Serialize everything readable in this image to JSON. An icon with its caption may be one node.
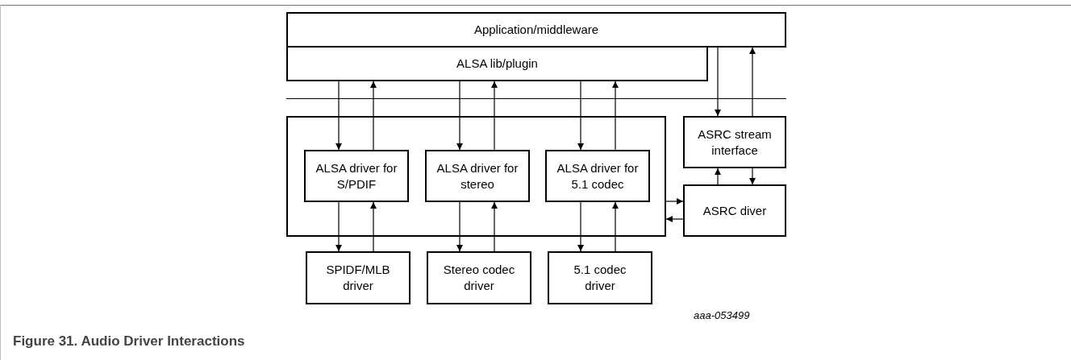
{
  "diagram": {
    "caption": "Figure 31. Audio Driver Interactions",
    "nodes": [
      {
        "text": [
          "Application/middleware"
        ]
      },
      {
        "text": [
          "ALSA lib/plugin"
        ]
      },
      {
        "text": [],
        "shape": "box"
      },
      {
        "text": [
          "ALSA driver for S/PDIF"
        ],
        "in": 2
      },
      {
        "text": [
          "ALSA driver for stereo"
        ],
        "in": 2
      },
      {
        "text": [
          "ALSA driver for 5.1 codec"
        ],
        "in": 2
      },
      {
        "text": [
          "SPIDF/MLB driver"
        ]
      },
      {
        "text": [
          "Stereo codec driver"
        ]
      },
      {
        "text": [
          "5.1 codec driver"
        ]
      },
      {
        "text": [
          "ASRC stream interface"
        ]
      },
      {
        "text": [
          "ASRC diver"
        ]
      }
    ],
    "edges": [
      {
        "from": 1,
        "to": 3,
        "arrow": "to"
      },
      {
        "from": 3,
        "to": 1,
        "arrow": "to"
      },
      {
        "from": 1,
        "to": 4,
        "arrow": "to"
      },
      {
        "from": 4,
        "to": 1,
        "arrow": "to"
      },
      {
        "from": 1,
        "to": 5,
        "arrow": "to"
      },
      {
        "from": 5,
        "to": 1,
        "arrow": "to"
      },
      {
        "from": 3,
        "to": 6,
        "arrow": "to"
      },
      {
        "from": 6,
        "to": 3,
        "arrow": "to"
      },
      {
        "from": 4,
        "to": 7,
        "arrow": "to"
      },
      {
        "from": 7,
        "to": 4,
        "arrow": "to"
      },
      {
        "from": 5,
        "to": 8,
        "arrow": "to"
      },
      {
        "from": 8,
        "to": 5,
        "arrow": "to"
      },
      {
        "from": 0,
        "to": 9,
        "arrow": "to"
      },
      {
        "from": 9,
        "to": 0,
        "arrow": "to"
      },
      {
        "from": 10,
        "to": 9,
        "arrow": "to"
      },
      {
        "from": 9,
        "to": 10,
        "arrow": "to"
      },
      {
        "from": 2,
        "to": 10,
        "arrow": "to"
      },
      {
        "from": 10,
        "to": 2,
        "arrow": "to"
      }
    ],
    "labels": [
      "aaa-053499"
    ]
  }
}
